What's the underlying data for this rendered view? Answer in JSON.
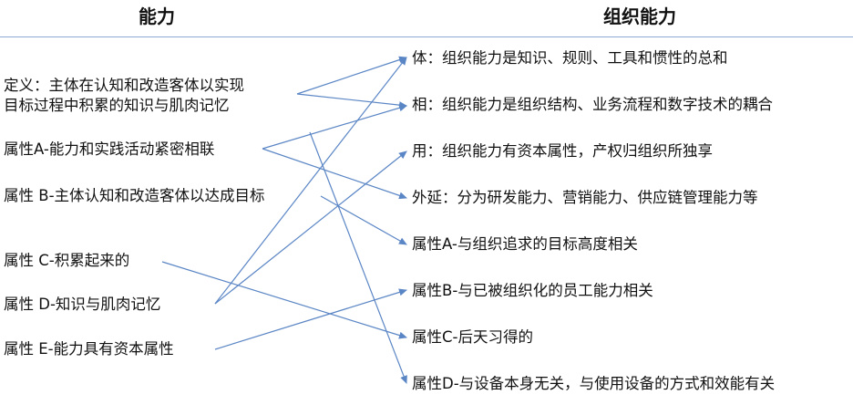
{
  "headers": {
    "left": "能力",
    "right": "组织能力"
  },
  "left_items": [
    "定义：主体在认知和改造客体以实现",
    "目标过程中积累的知识与肌肉记忆",
    "属性A-能力和实践活动紧密相联",
    "属性 B-主体认知和改造客体以达成目标",
    "属性 C-积累起来的",
    "属性 D-知识与肌肉记忆",
    "属性 E-能力具有资本属性"
  ],
  "right_items": [
    "体：组织能力是知识、规则、工具和惯性的总和",
    "相：组织能力是组织结构、业务流程和数字技术的耦合",
    "用：组织能力有资本属性，产权归组织所独享",
    "外延：分为研发能力、营销能力、供应链管理能力等",
    "属性A-与组织追求的目标高度相关",
    "属性B-与已被组织化的员工能力相关",
    "属性C-后天习得的",
    "属性D-与设备本身无关，与使用设备的方式和效能有关"
  ],
  "colors": {
    "arrow": "#5b86c5",
    "divider": "#8ea9d2",
    "text": "#111111"
  }
}
